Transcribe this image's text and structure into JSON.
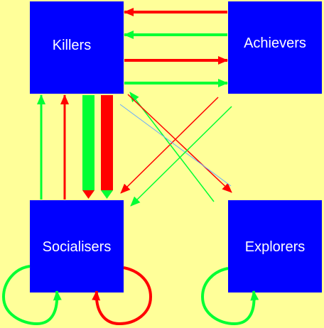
{
  "colors": {
    "background": "#ffff99",
    "box": "#0000ff",
    "text": "#ffffff",
    "green": "#00ff33",
    "red": "#ff0000",
    "blue": "#66aaff"
  },
  "nodes": {
    "killers": "Killers",
    "achievers": "Achievers",
    "socialisers": "Socialisers",
    "explorers": "Explorers"
  }
}
